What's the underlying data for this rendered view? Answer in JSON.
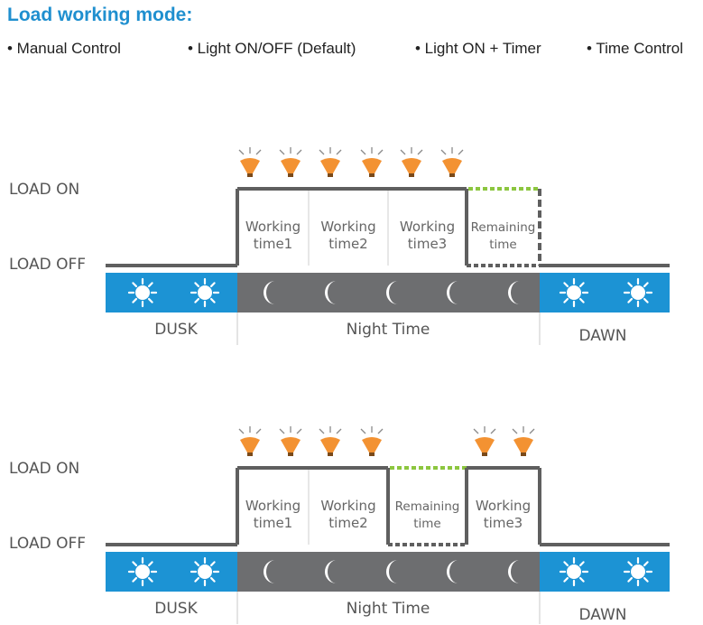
{
  "header": {
    "title": "Load working mode:",
    "modes": [
      "•   Manual Control",
      "• Light ON/OFF (Default)",
      "• Light ON + Timer",
      "• Time Control"
    ]
  },
  "colors": {
    "title": "#1f8fcf",
    "signal_line": "#5f5f5f",
    "remaining_on": "#8cc63f",
    "remaining_off": "#5f5f5f",
    "day_band": "#1c93d4",
    "night_band": "#6d6e70",
    "bulb": "#f39232"
  },
  "icons": {
    "on_marker": "light-bulb-icon",
    "day": "sun-icon",
    "night": "moon-icon"
  },
  "diagrams": [
    {
      "load_on_label": "LOAD ON",
      "load_off_label": "LOAD OFF",
      "segments": [
        {
          "label_lines": [
            "Working",
            "time1"
          ],
          "state": "on"
        },
        {
          "label_lines": [
            "Working",
            "time2"
          ],
          "state": "on"
        },
        {
          "label_lines": [
            "Working",
            "time3"
          ],
          "state": "on"
        },
        {
          "label_lines": [
            "Remaining",
            "time"
          ],
          "state": "remaining"
        }
      ],
      "bulb_count": 6,
      "band": {
        "dusk": "DUSK",
        "night": "Night Time",
        "dawn": "DAWN",
        "dusk_suns": 2,
        "moons": 5,
        "dawn_suns": 2
      }
    },
    {
      "load_on_label": "LOAD ON",
      "load_off_label": "LOAD OFF",
      "segments": [
        {
          "label_lines": [
            "Working",
            "time1"
          ],
          "state": "on"
        },
        {
          "label_lines": [
            "Working",
            "time2"
          ],
          "state": "on"
        },
        {
          "label_lines": [
            "Remaining",
            "time"
          ],
          "state": "remaining"
        },
        {
          "label_lines": [
            "Working",
            "time3"
          ],
          "state": "on"
        }
      ],
      "bulb_count": 6,
      "band": {
        "dusk": "DUSK",
        "night": "Night Time",
        "dawn": "DAWN",
        "dusk_suns": 2,
        "moons": 5,
        "dawn_suns": 2
      }
    }
  ]
}
